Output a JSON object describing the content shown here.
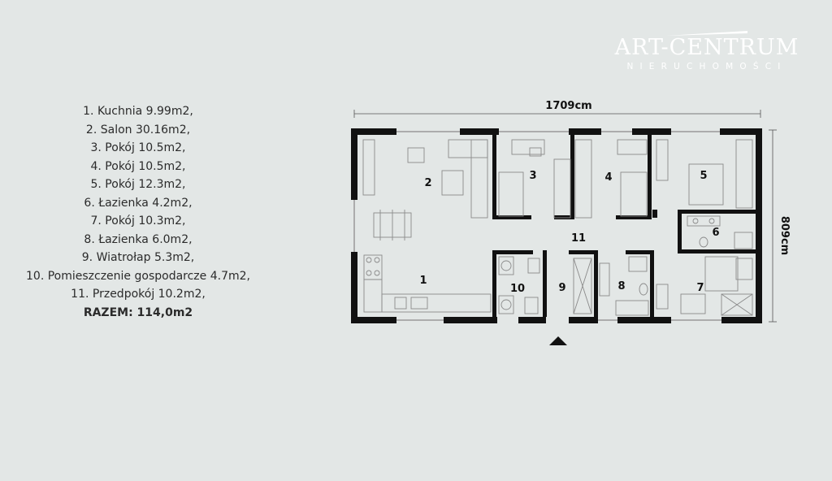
{
  "logo": {
    "name": "ART-CENTRUM",
    "tagline": "NIERUCHOMOŚCI"
  },
  "rooms_list": [
    "1. Kuchnia 9.99m2,",
    "2. Salon 30.16m2,",
    "3. Pokój 10.5m2,",
    "4. Pokój 10.5m2,",
    "5. Pokój 12.3m2,",
    "6. Łazienka 4.2m2,",
    "7. Pokój 10.3m2,",
    "8. Łazienka 6.0m2,",
    "9. Wiatrołap 5.3m2,",
    "10. Pomieszczenie gospodarcze 4.7m2,",
    "11. Przedpokój 10.2m2,"
  ],
  "total": "RAZEM: 114,0m2",
  "dimensions": {
    "width": "1709cm",
    "depth": "809cm"
  },
  "room_numbers": [
    "1",
    "2",
    "3",
    "4",
    "5",
    "6",
    "7",
    "8",
    "9",
    "10",
    "11"
  ],
  "colors": {
    "background": "#e3e7e6",
    "walls": "#111111",
    "logo": "#ffffff"
  }
}
